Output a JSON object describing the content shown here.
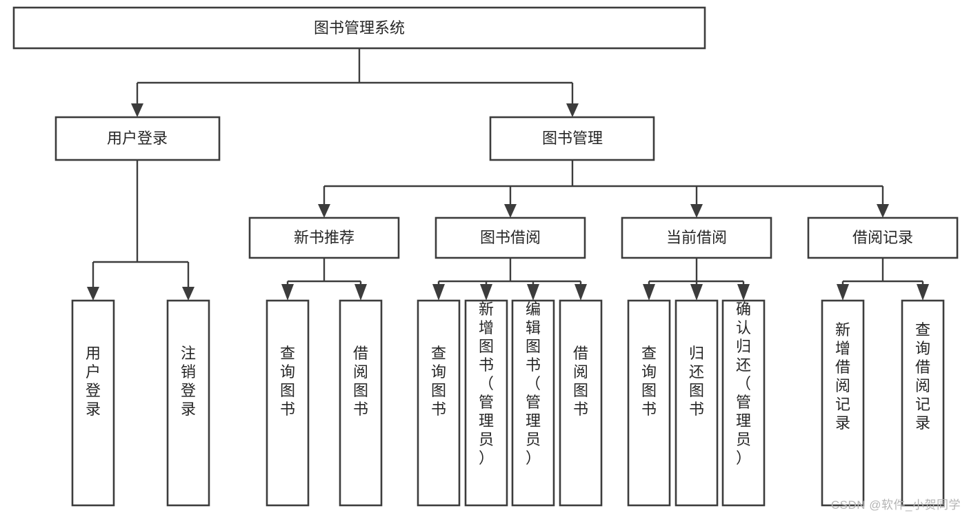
{
  "diagram": {
    "type": "tree-hierarchy",
    "title": "图书管理系统",
    "root": {
      "id": "root",
      "label": "图书管理系统",
      "level": 0
    },
    "level1": [
      {
        "id": "user-login",
        "label": "用户登录"
      },
      {
        "id": "book-manage",
        "label": "图书管理"
      }
    ],
    "level2": [
      {
        "id": "new-book-recommend",
        "label": "新书推荐",
        "parent": "book-manage"
      },
      {
        "id": "book-borrow",
        "label": "图书借阅",
        "parent": "book-manage"
      },
      {
        "id": "current-borrow",
        "label": "当前借阅",
        "parent": "book-manage"
      },
      {
        "id": "borrow-record",
        "label": "借阅记录",
        "parent": "book-manage"
      }
    ],
    "leaves": [
      {
        "id": "leaf-user-login",
        "label": "用户登录",
        "parent": "user-login"
      },
      {
        "id": "leaf-user-logout",
        "label": "注销登录",
        "parent": "user-login"
      },
      {
        "id": "leaf-query-book-1",
        "label": "查询图书",
        "parent": "new-book-recommend"
      },
      {
        "id": "leaf-borrow-book-1",
        "label": "借阅图书",
        "parent": "new-book-recommend"
      },
      {
        "id": "leaf-query-book-2",
        "label": "查询图书",
        "parent": "book-borrow"
      },
      {
        "id": "leaf-add-book",
        "label": "新增图书（管理员）",
        "parent": "book-borrow"
      },
      {
        "id": "leaf-edit-book",
        "label": "编辑图书（管理员）",
        "parent": "book-borrow"
      },
      {
        "id": "leaf-borrow-book-2",
        "label": "借阅图书",
        "parent": "book-borrow"
      },
      {
        "id": "leaf-query-book-3",
        "label": "查询图书",
        "parent": "current-borrow"
      },
      {
        "id": "leaf-return-book",
        "label": "归还图书",
        "parent": "current-borrow"
      },
      {
        "id": "leaf-confirm-return",
        "label": "确认归还（管理员）",
        "parent": "current-borrow"
      },
      {
        "id": "leaf-add-record",
        "label": "新增借阅记录",
        "parent": "borrow-record"
      },
      {
        "id": "leaf-query-record",
        "label": "查询借阅记录",
        "parent": "borrow-record"
      }
    ],
    "colors": {
      "box_stroke": "#3c3c3c",
      "box_fill": "#ffffff",
      "connector": "#3c3c3c",
      "text": "#262626",
      "background": "#ffffff",
      "watermark": "#b4b4b4"
    }
  },
  "watermark": {
    "text": "CSDN @软件_小贺同学"
  }
}
